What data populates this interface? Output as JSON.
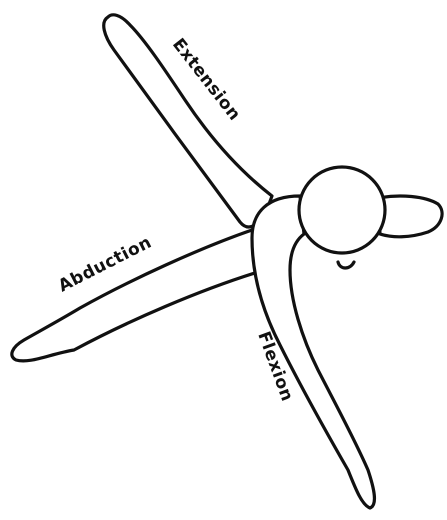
{
  "labels": {
    "extension": "Extension",
    "abduction": "Abduction",
    "flexion": "Flexion"
  },
  "colors": {
    "line": "#111111",
    "background": "#ffffff"
  }
}
